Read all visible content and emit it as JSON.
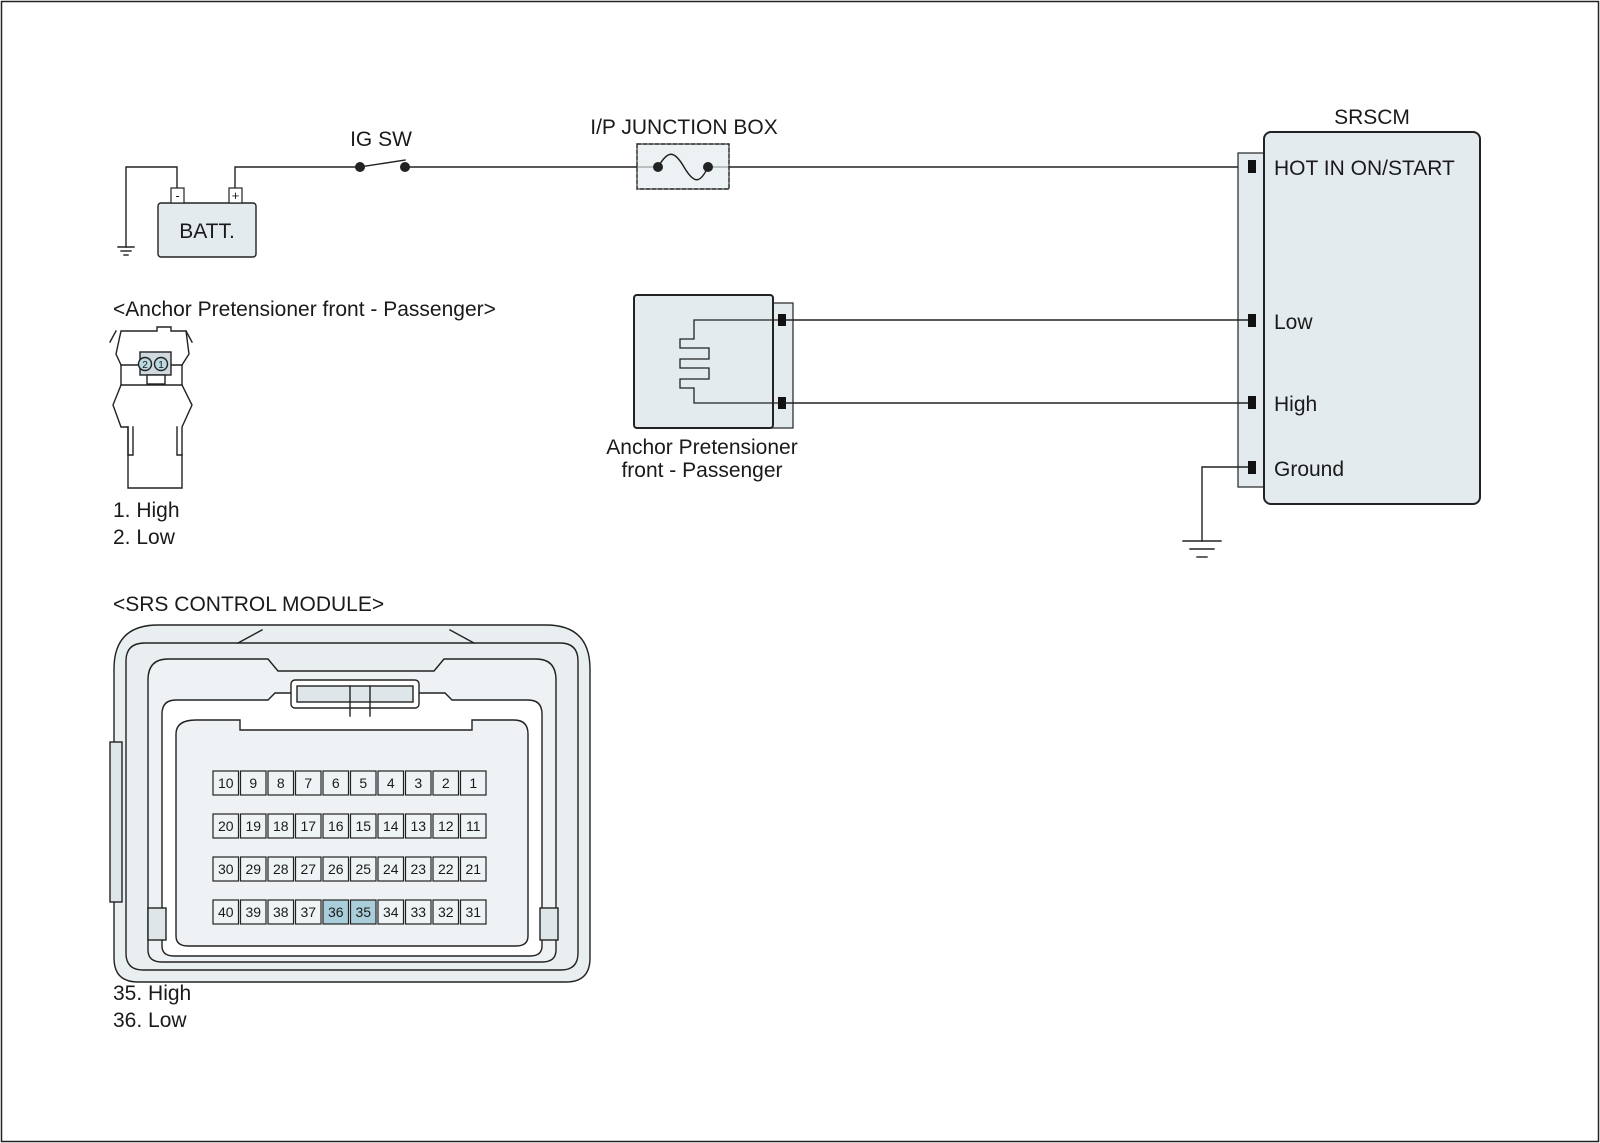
{
  "colors": {
    "line": "#222222",
    "box_fill": "#e4ebef",
    "pin_fill": "#eef3f6",
    "pin_highlight": "#a9cdd9",
    "panel_fill": "#e9eef1"
  },
  "circuit": {
    "battery_label": "BATT.",
    "battery_minus": "-",
    "battery_plus": "+",
    "ig_switch_label": "IG SW",
    "junction_box_label": "I/P JUNCTION BOX",
    "module_label": "SRSCM",
    "module_pins": [
      "HOT IN ON/START",
      "Low",
      "High",
      "Ground"
    ],
    "pretensioner_label_line1": "Anchor Pretensioner",
    "pretensioner_label_line2": "front - Passenger"
  },
  "pretensioner_connector": {
    "title": "<Anchor Pretensioner front - Passenger>",
    "pin_labels": [
      "2",
      "1"
    ],
    "legend": [
      "1. High",
      "2. Low"
    ]
  },
  "srs_connector": {
    "title": "<SRS CONTROL MODULE>",
    "rows": [
      [
        "10",
        "9",
        "8",
        "7",
        "6",
        "5",
        "4",
        "3",
        "2",
        "1"
      ],
      [
        "20",
        "19",
        "18",
        "17",
        "16",
        "15",
        "14",
        "13",
        "12",
        "11"
      ],
      [
        "30",
        "29",
        "28",
        "27",
        "26",
        "25",
        "24",
        "23",
        "22",
        "21"
      ],
      [
        "40",
        "39",
        "38",
        "37",
        "36",
        "35",
        "34",
        "33",
        "32",
        "31"
      ]
    ],
    "highlighted": [
      "35",
      "36"
    ],
    "legend": [
      "35. High",
      "36. Low"
    ]
  }
}
